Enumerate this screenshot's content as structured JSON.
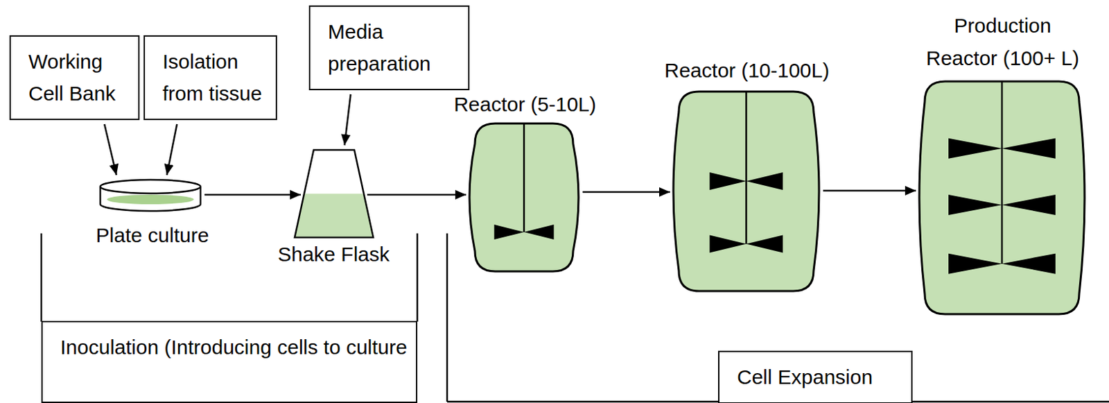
{
  "diagram": {
    "nodes": [
      {
        "text": [
          "Working Cell Bank"
        ]
      },
      {
        "text": [
          "Isolation from tissue"
        ]
      },
      {
        "text": [
          "Media preparation"
        ]
      },
      {
        "text": [
          "Plate culture"
        ]
      },
      {
        "text": [
          "Shake Flask"
        ]
      },
      {
        "text": [
          "Reactor (5-10L)"
        ]
      },
      {
        "text": [
          "Reactor (10-100L)"
        ]
      },
      {
        "text": [
          "Production Reactor (100+ L)"
        ]
      },
      {
        "text": [
          "Inoculation (Introducing cells to culture"
        ]
      },
      {
        "text": [
          "Cell Expansion"
        ]
      }
    ],
    "edges": [
      {
        "from": 0,
        "to": 3,
        "arrow": "to"
      },
      {
        "from": 1,
        "to": 3,
        "arrow": "to"
      },
      {
        "from": 2,
        "to": 4,
        "arrow": "to"
      },
      {
        "from": 3,
        "to": 4,
        "arrow": "to"
      },
      {
        "from": 4,
        "to": 5,
        "arrow": "to"
      },
      {
        "from": 5,
        "to": 6,
        "arrow": "to"
      },
      {
        "from": 6,
        "to": 7,
        "arrow": "to"
      }
    ]
  }
}
